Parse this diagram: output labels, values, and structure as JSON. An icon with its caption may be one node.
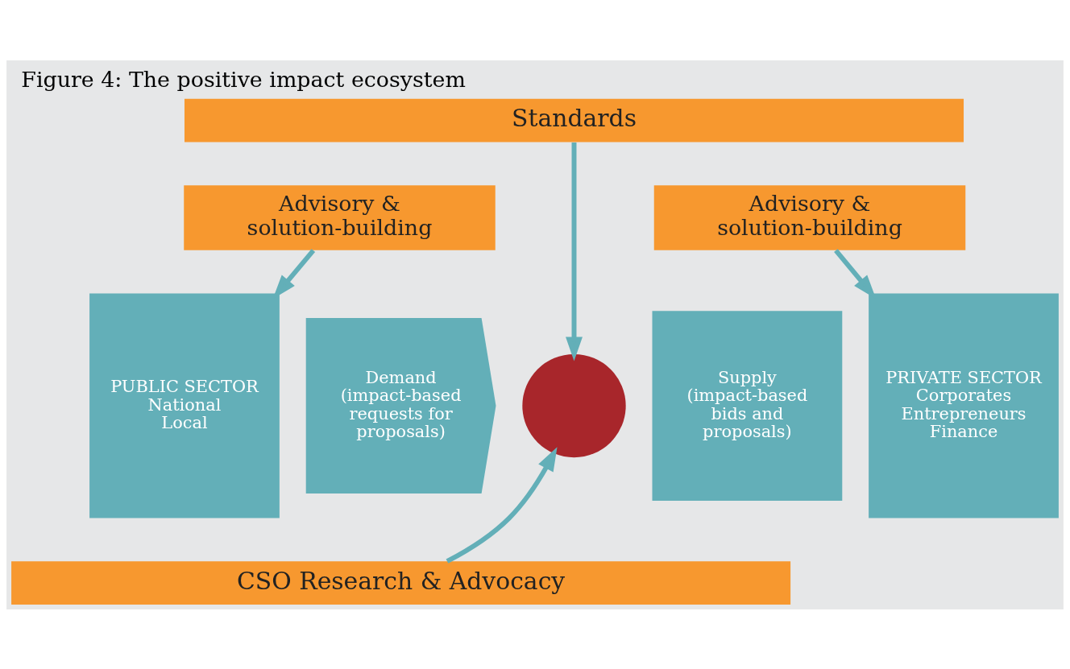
{
  "diagram": {
    "title": "Figure 4: The positive impact ecosystem",
    "nodes": [
      {
        "text": [
          "Standards"
        ]
      },
      {
        "text": [
          "Advisory & solution-building"
        ]
      },
      {
        "text": [
          "Advisory & solution-building"
        ]
      },
      {
        "text": [
          "PUBLIC SECTOR",
          "National",
          "Local"
        ]
      },
      {
        "text": [
          "Demand",
          "(impact-based requests for proposals)"
        ]
      },
      {
        "text": [],
        "shape": "circle"
      },
      {
        "text": [
          "Supply",
          "(impact-based bids and proposals)"
        ]
      },
      {
        "text": [
          "PRIVATE SECTOR",
          "Corporates",
          "Entrepreneurs",
          "Finance"
        ]
      },
      {
        "text": [
          "CSO Research & Advocacy"
        ]
      }
    ],
    "edges": [
      {
        "from": 0,
        "to": 5,
        "arrow": "to"
      },
      {
        "from": 1,
        "to": 3,
        "arrow": "to"
      },
      {
        "from": 2,
        "to": 7,
        "arrow": "to"
      },
      {
        "from": 8,
        "to": 5,
        "arrow": "to"
      }
    ]
  }
}
